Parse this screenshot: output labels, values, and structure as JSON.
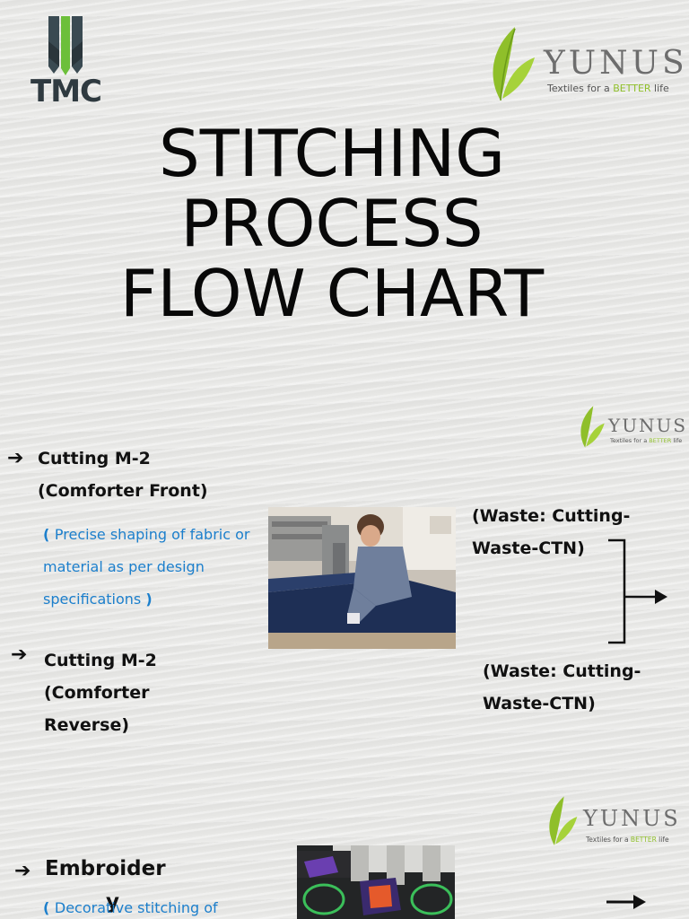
{
  "logos": {
    "tmc": "TMC",
    "yunus": "YUNUS",
    "yunus_tag_pre": "Textiles for a ",
    "yunus_tag_better": "BETTER",
    "yunus_tag_post": " life"
  },
  "title": {
    "line1": "STITCHING",
    "line2": "PROCESS",
    "line3": "FLOW CHART"
  },
  "steps": [
    {
      "label1": "Cutting M-2",
      "label2": "(Comforter Front)",
      "desc1": "( ",
      "desc1b": "Precise shaping of fabric or",
      "desc2": "material as per design",
      "desc3": "specifications ",
      "desc3b": ")"
    },
    {
      "label1": "Cutting M-2",
      "label2": "(Comforter",
      "label3": "Reverse)"
    },
    {
      "label1": "Embroider",
      "label2": "y",
      "desc1": "( ",
      "desc1b": "Decorative stitching of"
    }
  ],
  "waste": [
    {
      "line1": "(Waste: Cutting-",
      "line2": "Waste-CTN)"
    },
    {
      "line1": "(Waste: Cutting-",
      "line2": "Waste-CTN)"
    }
  ],
  "colors": {
    "brand_green": "#8fbf2a",
    "desc_blue": "#1c7fcc",
    "tmc_green": "#6cbf3a"
  },
  "icons": [
    "arrow-right-icon",
    "leaf-logo-icon",
    "tmc-logo-icon"
  ]
}
